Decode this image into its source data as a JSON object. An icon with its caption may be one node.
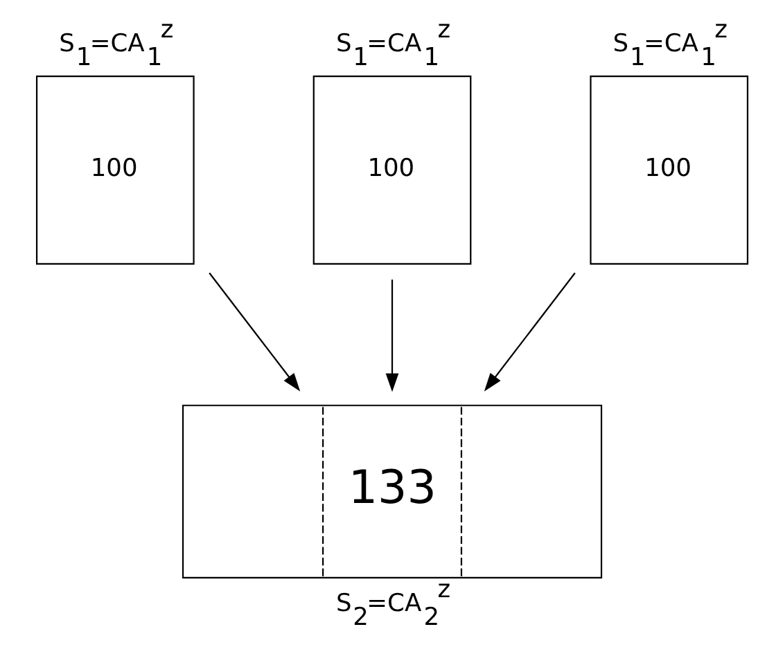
{
  "diagram": {
    "nodes": [
      {
        "text": [
          "100"
        ],
        "beside": [
          "S$_{1}$=CA$_{1}$$^{z}$"
        ]
      },
      {
        "text": [
          "100"
        ],
        "beside": [
          "S$_{1}$=CA$_{1}$$^{z}$"
        ]
      },
      {
        "text": [
          "100"
        ],
        "beside": [
          "S$_{1}$=CA$_{1}$$^{z}$"
        ]
      },
      {
        "text": [
          "133"
        ],
        "beside": [
          "S$_{2}$=CA$_{2}$$^{z}$"
        ]
      }
    ],
    "edges": [
      {
        "from": 0,
        "to": 3,
        "arrow": "to"
      },
      {
        "from": 1,
        "to": 3,
        "arrow": "to"
      },
      {
        "from": 2,
        "to": 3,
        "arrow": "to"
      }
    ]
  }
}
